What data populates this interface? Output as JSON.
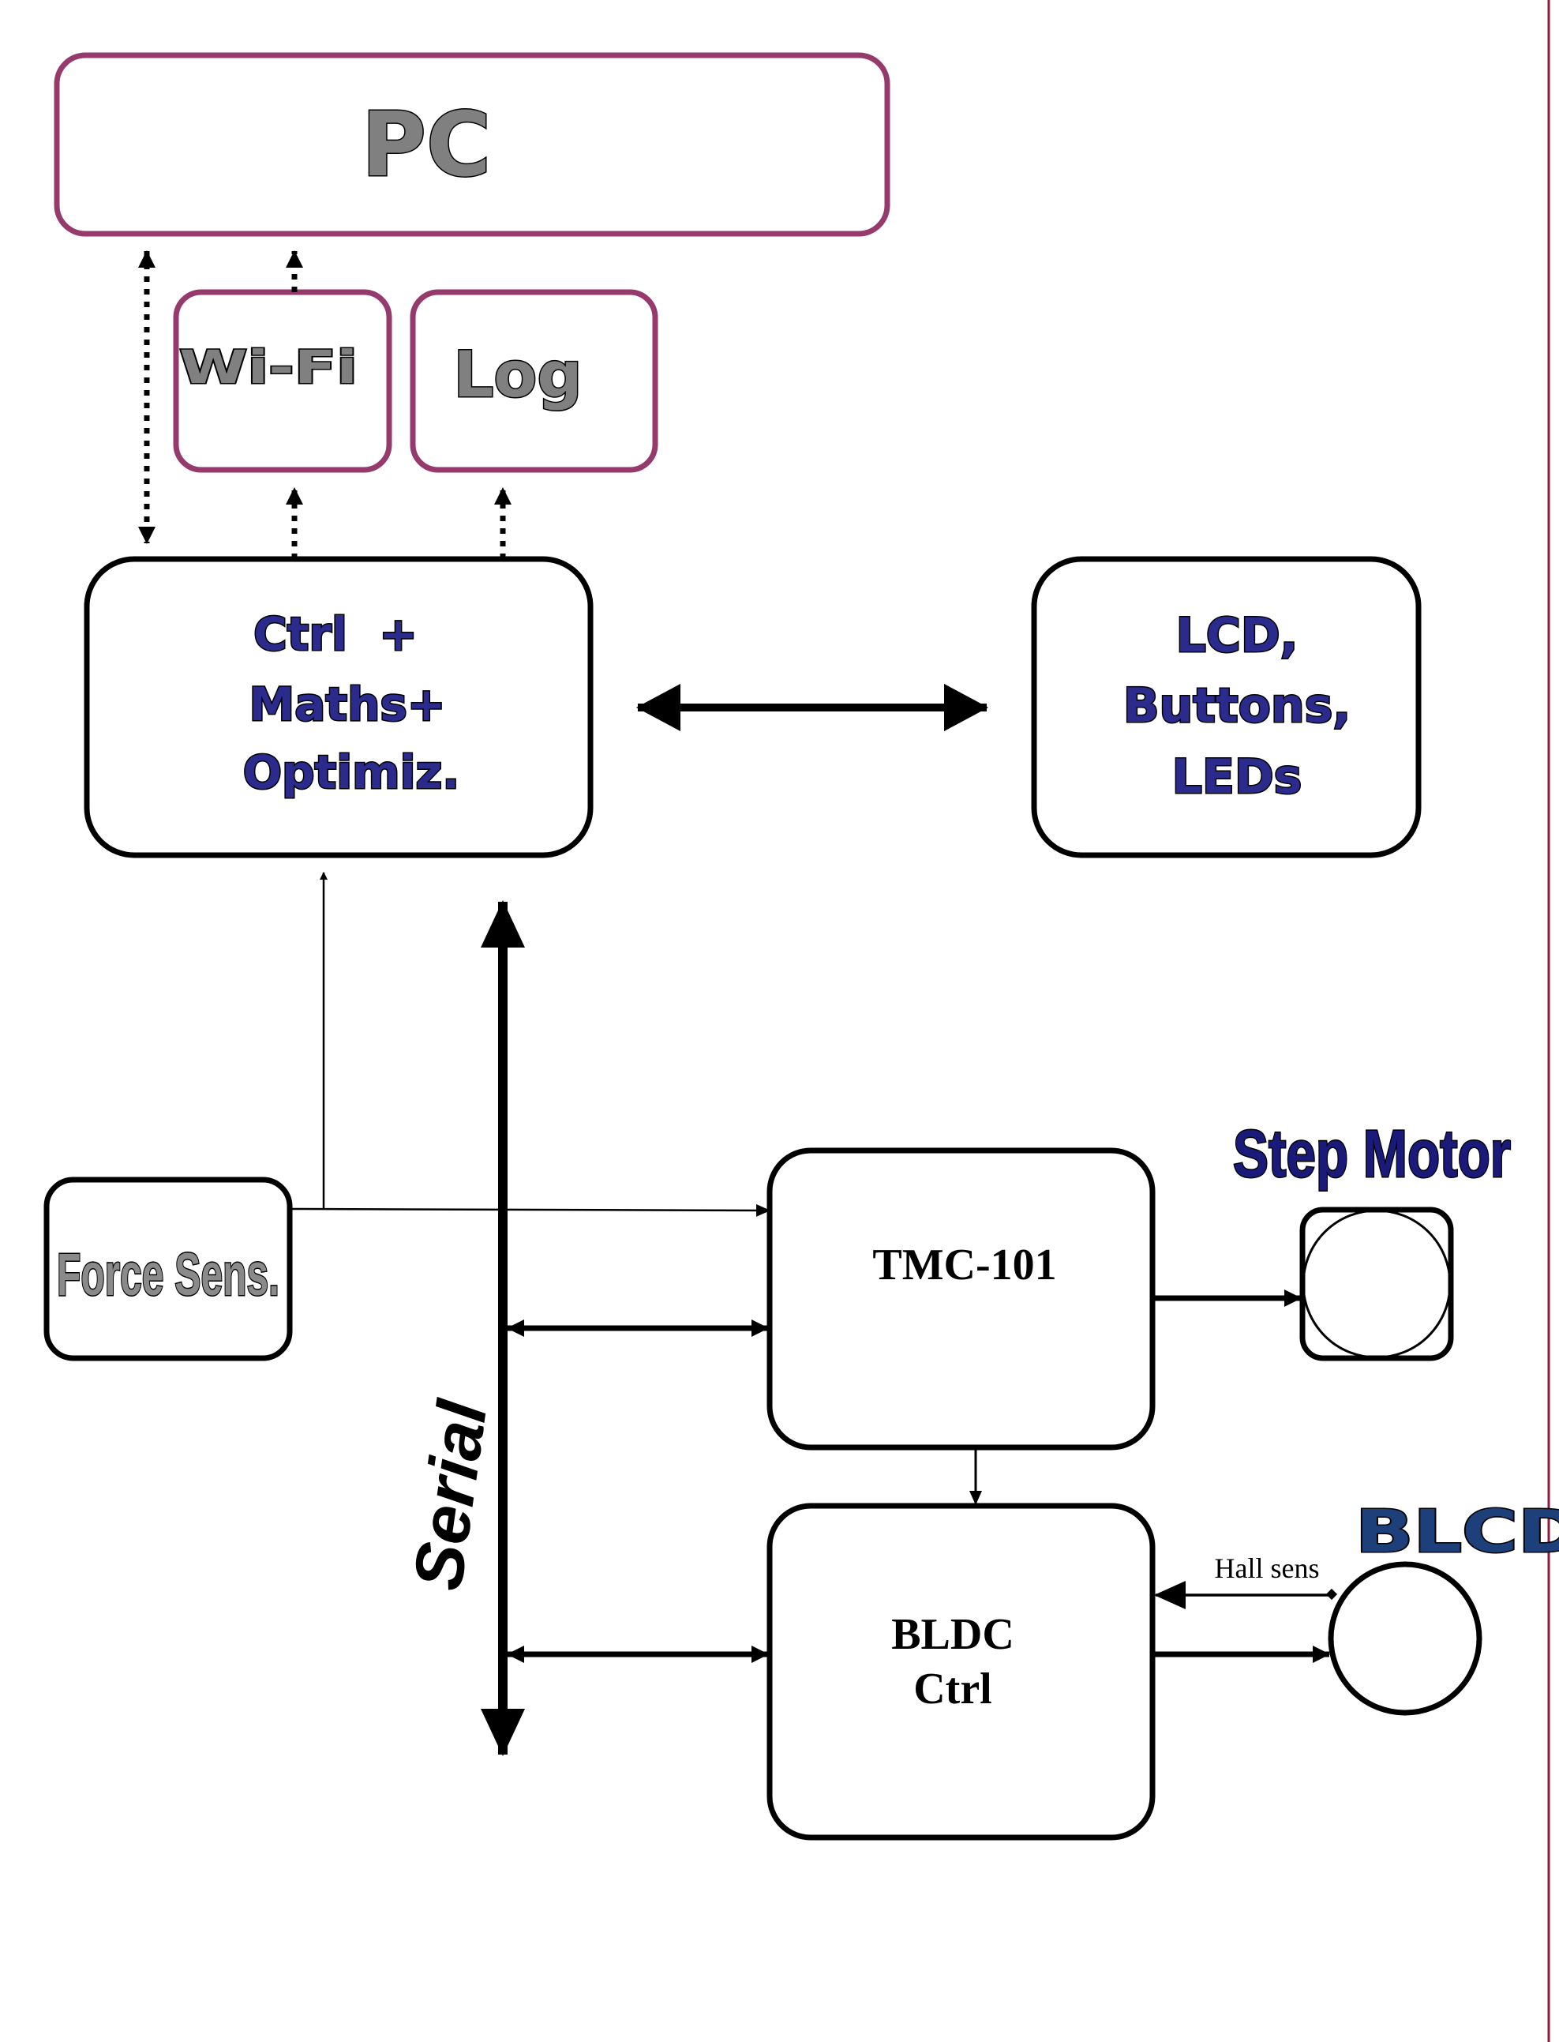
{
  "blocks": {
    "pc": "PC",
    "wifi": "Wi-Fi",
    "log": "Log",
    "ctrl_line1": "Ctrl  +",
    "ctrl_line2": "Maths+",
    "ctrl_line3": "Optimiz.",
    "lcd_line1": "LCD,",
    "lcd_line2": "Buttons,",
    "lcd_line3": "LEDs",
    "force": "Force Sens.",
    "tmc": "TMC-101",
    "bldc_line1": "BLDC",
    "bldc_line2": "Ctrl"
  },
  "labels": {
    "step_motor": "Step Motor",
    "blcd": "BLCD",
    "hall": "Hall sens",
    "serial": "Serial"
  },
  "colors": {
    "purple_border": "#963a6e",
    "black_border": "#000000",
    "grey_text": "#808080",
    "navy_text": "#2b2b8e",
    "blcd_text": "#1d3f7a",
    "right_rule": "#8b1c3c"
  }
}
